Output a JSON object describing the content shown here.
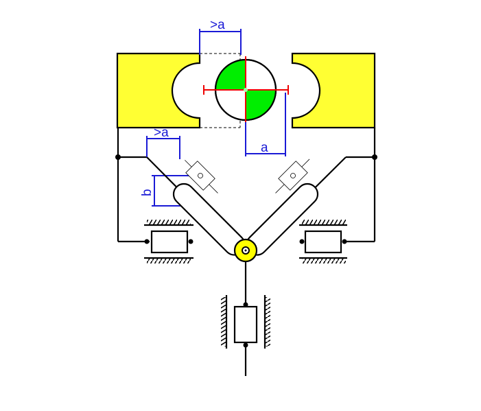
{
  "diagram": {
    "labels": {
      "top_clearance": ">a",
      "left_clearance": ">a",
      "offset_a": "a",
      "offset_b": "b"
    },
    "colors": {
      "jaw_fill": "#ffff33",
      "workpiece_fill": "#00ee00",
      "roller_fill": "#ffff00",
      "dimension": "#1a1ad6",
      "centerline": "#ee0000",
      "stroke": "#000000"
    },
    "icons": [
      "jaw-left",
      "jaw-right",
      "workpiece-circle",
      "roller",
      "sliding-guide-left",
      "sliding-guide-right",
      "sliding-guide-bottom",
      "ground-hatching"
    ]
  }
}
